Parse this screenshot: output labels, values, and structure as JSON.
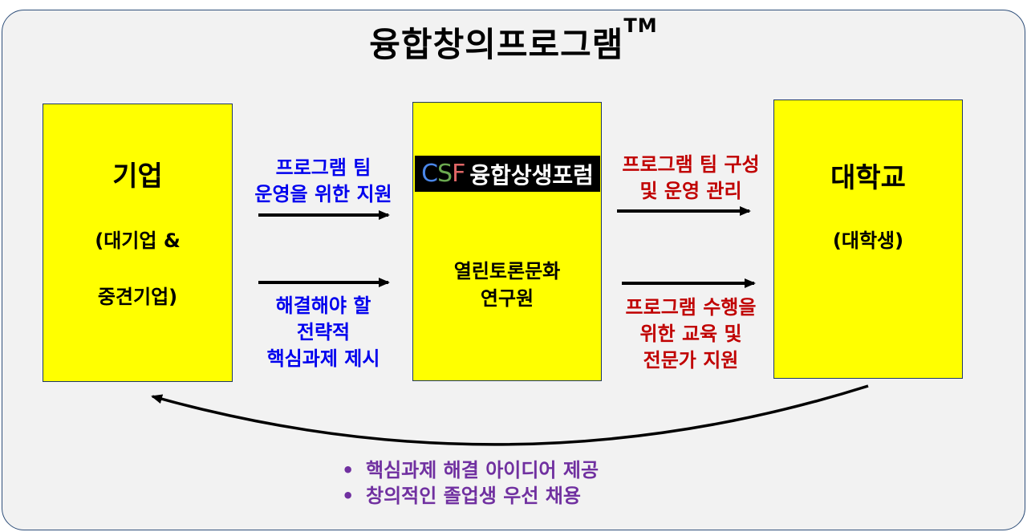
{
  "title": "융합창의프로그램",
  "title_mark": "TM",
  "nodes": {
    "company": {
      "name": "기업",
      "sub1": "(대기업 &",
      "sub2": "중견기업)"
    },
    "center": {
      "logo_text": "CSF",
      "logo_name": "융합상생포럼",
      "line1": "열린토론문화",
      "line2": "연구원"
    },
    "university": {
      "name": "대학교",
      "sub": "(대학생)"
    }
  },
  "edges": {
    "company_to_center_top": {
      "line1": "프로그램 팀",
      "line2": "운영을 위한 지원",
      "color": "#0000ee"
    },
    "company_to_center_bottom": {
      "line1": "해결해야 할",
      "line2": "전략적",
      "line3": "핵심과제 제시",
      "color": "#0000ee"
    },
    "center_to_univ_top": {
      "line1": "프로그램 팀 구성",
      "line2": "및 운영 관리",
      "color": "#c00000"
    },
    "center_to_univ_bottom": {
      "line1": "프로그램 수행을",
      "line2": "위한 교육 및",
      "line3": "전문가 지원",
      "color": "#c00000"
    },
    "univ_to_company": {
      "items": [
        "핵심과제 해결 아이디어 제공",
        "창의적인 졸업생 우선 채용"
      ],
      "color": "#7030a0"
    }
  },
  "colors": {
    "box_fill": "#ffff00",
    "box_border": "#1f3864",
    "frame_border": "#2f4f7a",
    "frame_fill": "#f2f2f2"
  }
}
